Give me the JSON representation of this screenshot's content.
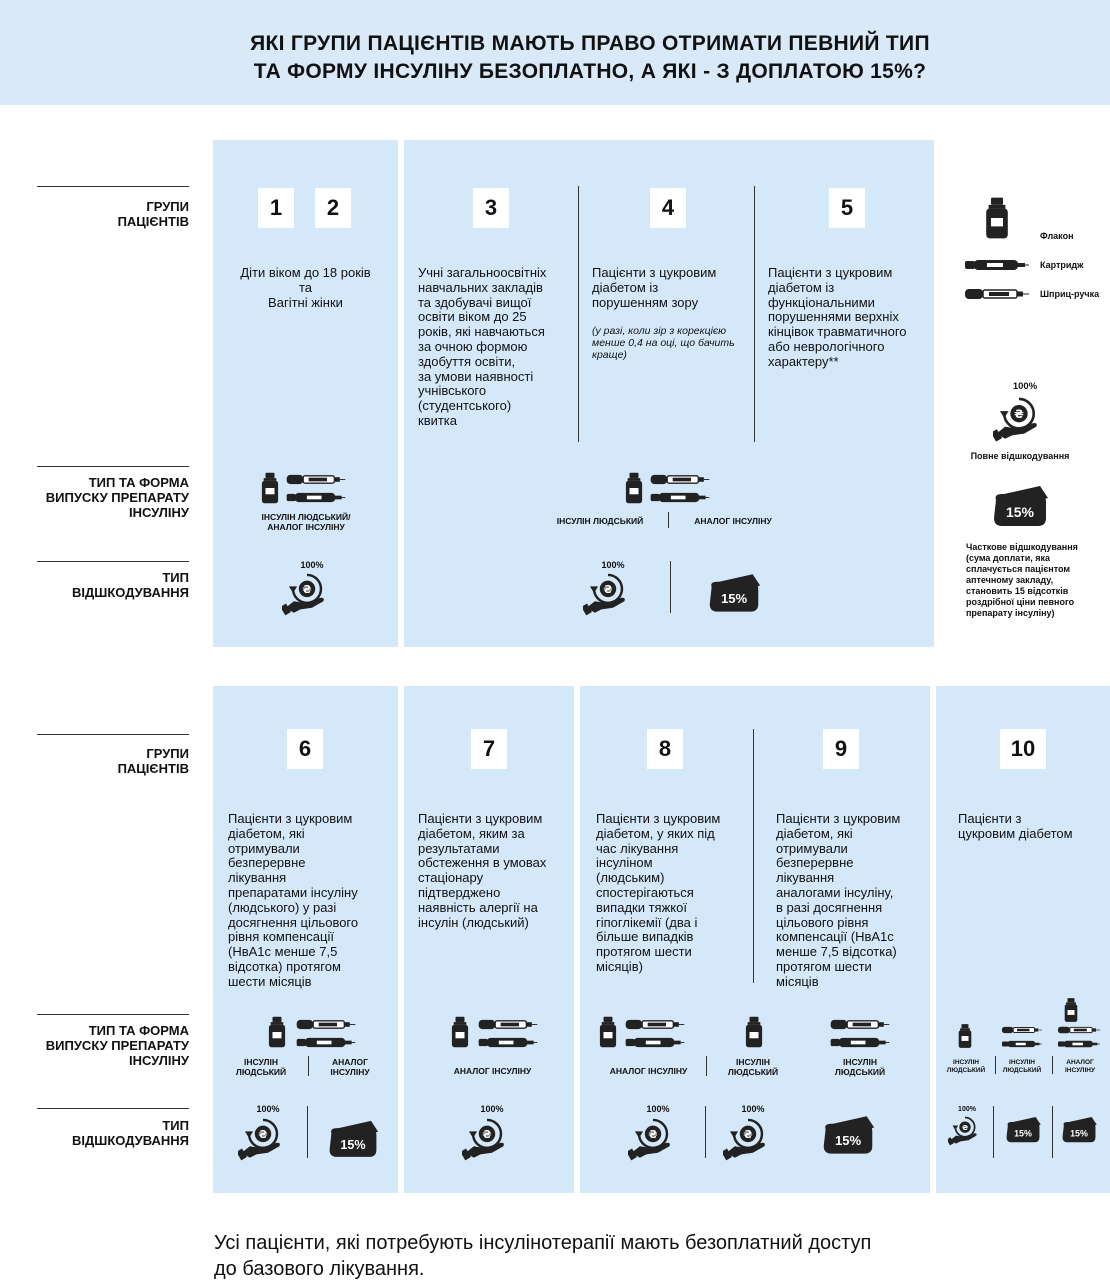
{
  "title": {
    "line1": "ЯКІ ГРУПИ ПАЦІЄНТІВ МАЮТЬ ПРАВО ОТРИМАТИ ПЕВНИЙ ТИП",
    "line2": "ТА ФОРМУ ІНСУЛІНУ БЕЗОПЛАТНО, А ЯКІ -  З ДОПЛАТОЮ 15%?"
  },
  "row_labels": {
    "groups": "ГРУПИ\nПАЦІЄНТІВ",
    "type_form": "ТИП ТА ФОРМА\nВИПУСКУ ПРЕПАРАТУ\nІНСУЛІНУ",
    "reimbursement": "ТИП\nВІДШКОДУВАННЯ"
  },
  "groups": {
    "g1": "1",
    "g2": "2",
    "g3": "3",
    "g4": "4",
    "g5": "5",
    "g6": "6",
    "g7": "7",
    "g8": "8",
    "g9": "9",
    "g10": "10"
  },
  "descriptions": {
    "g12": "Діти віком до 18 років\nта\nВагітні жінки",
    "g3": "Учні загальноосвітніх\nнавчальних закладів\nта здобувачі вищої\nосвіти віком до 25\nроків, які навчаються\nза очною формою\nздобуття освіти,\nза умови наявності\nучнівського\n(студентського)\nквитка",
    "g4": "Пацієнти з цукровим\nдіабетом із\nпорушенням зору",
    "g4_note": "(у разі, коли зір з корекцією\nменше 0,4 на оці, що бачить\nкраще)",
    "g5": "Пацієнти з цукровим\nдіабетом із\nфункціональними\nпорушеннями верхніх\nкінцівок травматичного\nабо неврологічного\nхарактеру**",
    "g6": "Пацієнти з цукровим\nдіабетом, які\nотримували\nбезперервне\nлікування\nпрепаратами інсуліну\n(людського) у разі\nдосягнення цільового\nрівня компенсації\n(НвА1с менше 7,5\nвідсотка) протягом\nшести місяців",
    "g7": "Пацієнти з цукровим\nдіабетом, яким за\nрезультатами\nобстеження в умовах\nстаціонару\nпідтверджено\nнаявність алергії на\nінсулін (людський)",
    "g8": "Пацієнти з цукровим\nдіабетом, у яких під\nчас лікування\nінсуліном\n(людським)\nспостерігаються\nвипадки тяжкої\nгіпоглікемії (два і\nбільше випадків\nпротягом шести\nмісяців)",
    "g9": "Пацієнти з цукровим\nдіабетом, які\nотримували\nбезперервне\nлікування\nаналогами інсуліну,\nв разі досягнення\nцільового рівня\nкомпенсації (НвА1с\nменше 7,5 відсотка)\nпротягом шести\nмісяців",
    "g10": "Пацієнти з\nцукровим діабетом"
  },
  "insulin_captions": {
    "human_analog": "ІНСУЛІН ЛЮДСЬКИЙ/\nАНАЛОГ ІНСУЛІНУ",
    "human": "ІНСУЛІН ЛЮДСЬКИЙ",
    "analog": "АНАЛОГ ІНСУЛІНУ",
    "human_2line": "ІНСУЛІН\nЛЮДСЬКИЙ",
    "analog_2line": "АНАЛОГ\nІНСУЛІНУ"
  },
  "reimb": {
    "full_pct": "100%",
    "partial_pct": "15%",
    "currency": "₴"
  },
  "legend": {
    "vial": "Флакон",
    "cartridge": "Картридж",
    "pen": "Шприц-ручка",
    "full_pct": "100%",
    "full_label": "Повне відшкодування",
    "partial_pct": "15%",
    "partial_label": "Часткове відшкодування\n(сума доплати, яка\nсплачується пацієнтом\nаптечному закладу,\nстановить 15 відсотків\nроздрібної ціни певного\nпрепарату інсуліну)"
  },
  "footer": " Усі пацієнти, які потребують інсулінотерапії мають безоплатний доступ\nдо базового лікування.",
  "colors": {
    "panel": "#d5e8fa",
    "header": "#d9e9f8",
    "ink": "#111111"
  }
}
